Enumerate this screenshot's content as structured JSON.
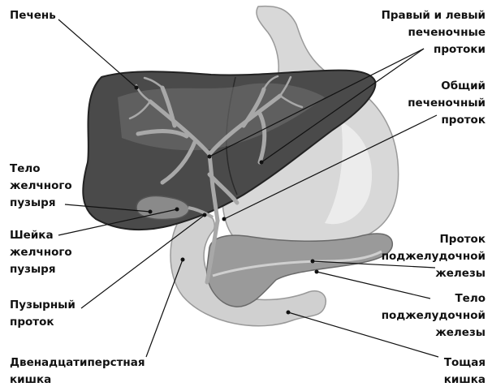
{
  "labels": {
    "liver": "Печень",
    "hepatic_ducts": "Правый и левый\nпеченочные\nпротоки",
    "common_hepatic_duct": "Общий\nпеченочный\nпроток",
    "gallbladder_body": "Тело\nжелчного\nпузыря",
    "gallbladder_neck": "Шейка\nжелчного\nпузыря",
    "pancreatic_duct": "Проток\nподжелудочной\nжелезы",
    "cystic_duct": "Пузырный\nпроток",
    "pancreas_body": "Тело\nподжелудочной\nжелезы",
    "duodenum": "Двенадцатиперстная\nкишка",
    "jejunum": "Тощая\nкишка"
  }
}
